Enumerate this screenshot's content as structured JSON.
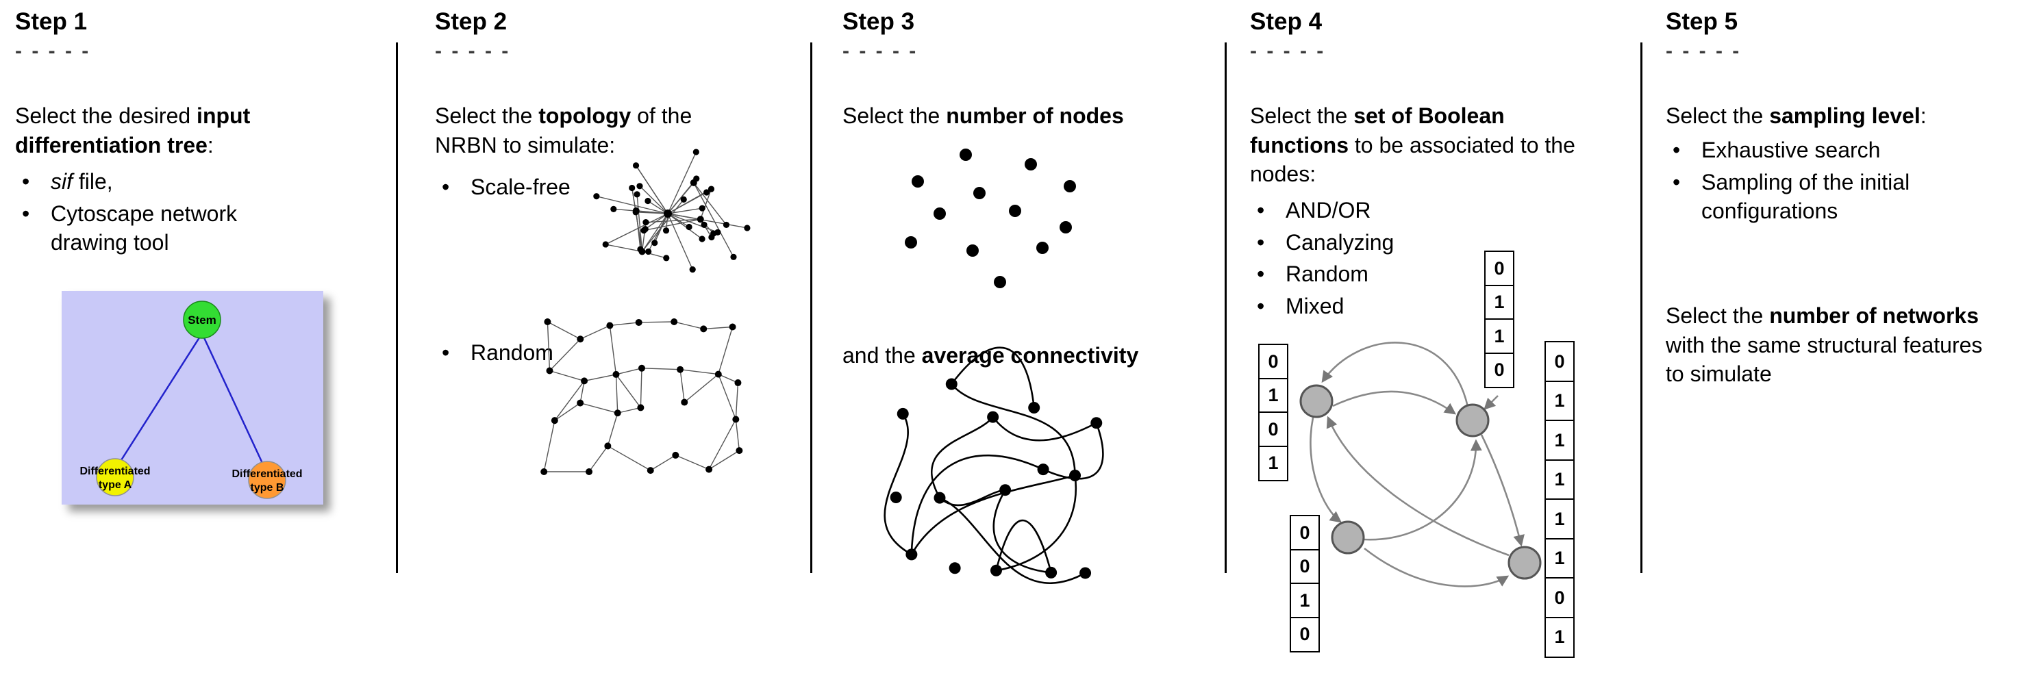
{
  "steps": [
    {
      "title": "Step 1",
      "dashes": "- - - - -",
      "intro": {
        "pre": "Select the desired ",
        "bold": "input differentiation tree",
        "post": ":"
      },
      "bullets": [
        {
          "italic": "sif",
          "text": " file,"
        },
        {
          "text": "Cytoscape network drawing tool"
        }
      ],
      "tree": {
        "stem_label": "Stem",
        "type_a_line1": "Differentiated",
        "type_a_line2": "type A",
        "type_b_line1": "Differentiated",
        "type_b_line2": "type B",
        "colors": {
          "background": "#c9c9f8",
          "stem": "#33dd33",
          "type_a": "#f2f200",
          "type_b": "#ff9933",
          "edge": "#2222cc"
        }
      }
    },
    {
      "title": "Step 2",
      "dashes": "- - - - -",
      "intro": {
        "pre": "Select the ",
        "bold": "topology",
        "post": " of the NRBN to simulate:"
      },
      "bullets": [
        {
          "text": "Scale-free"
        },
        {
          "text": "Random"
        }
      ]
    },
    {
      "title": "Step 3",
      "dashes": "- - - - -",
      "line1": {
        "pre": "Select the ",
        "bold": "number of nodes",
        "post": ""
      },
      "line2": {
        "pre": "and the ",
        "bold": "average connectivity",
        "post": ""
      }
    },
    {
      "title": "Step 4",
      "dashes": "- - - - -",
      "intro": {
        "pre": "Select the ",
        "bold": "set of Boolean functions",
        "post": " to be associated to the nodes:"
      },
      "bullets": [
        {
          "text": "AND/OR"
        },
        {
          "text": "Canalyzing"
        },
        {
          "text": "Random"
        },
        {
          "text": "Mixed"
        }
      ],
      "figure": {
        "node_color": "#b3b3b3"
      },
      "truth_tables": {
        "left": [
          "0",
          "1",
          "0",
          "1"
        ],
        "top": [
          "0",
          "1",
          "1",
          "0"
        ],
        "bottom": [
          "0",
          "0",
          "1",
          "0"
        ],
        "right": [
          "0",
          "1",
          "1",
          "1",
          "1",
          "1",
          "0",
          "1"
        ]
      }
    },
    {
      "title": "Step 5",
      "dashes": "- - - - -",
      "intro1": {
        "pre": "Select the ",
        "bold": "sampling level",
        "post": ":"
      },
      "bullets": [
        {
          "text": "Exhaustive search"
        },
        {
          "text": "Sampling of the initial configurations"
        }
      ],
      "intro2": {
        "pre": "Select the ",
        "bold": "number of networks",
        "post": " with the same structural features to simulate"
      }
    }
  ]
}
